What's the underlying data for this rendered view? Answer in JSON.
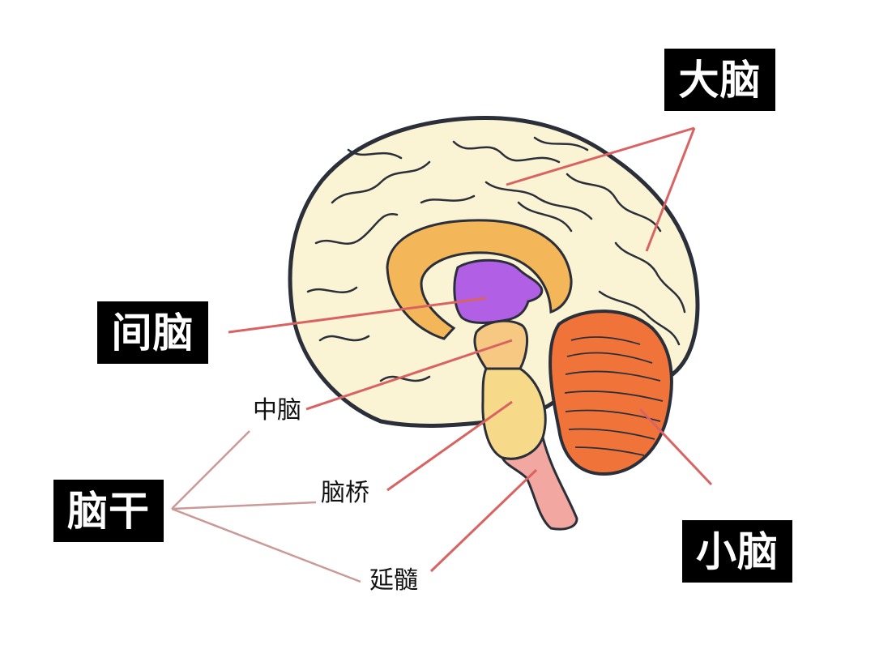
{
  "labels": {
    "cerebrum": "大脑",
    "diencephalon": "间脑",
    "brainstem": "脑干",
    "cerebellum": "小脑",
    "midbrain": "中脑",
    "pons": "脑桥",
    "medulla": "延髓"
  },
  "colors": {
    "cerebrum": "#faf3d4",
    "outline": "#2b2f3a",
    "corpus_callosum": "#f3b75a",
    "diencephalon": "#b160e6",
    "midbrain": "#f6c882",
    "pons": "#f7d98a",
    "medulla": "#f2a7a0",
    "cerebellum": "#f0743a",
    "leader_line": "#d96363",
    "brainstem_bracket": "#c99a98",
    "label_bg": "#000000",
    "label_text": "#ffffff"
  }
}
